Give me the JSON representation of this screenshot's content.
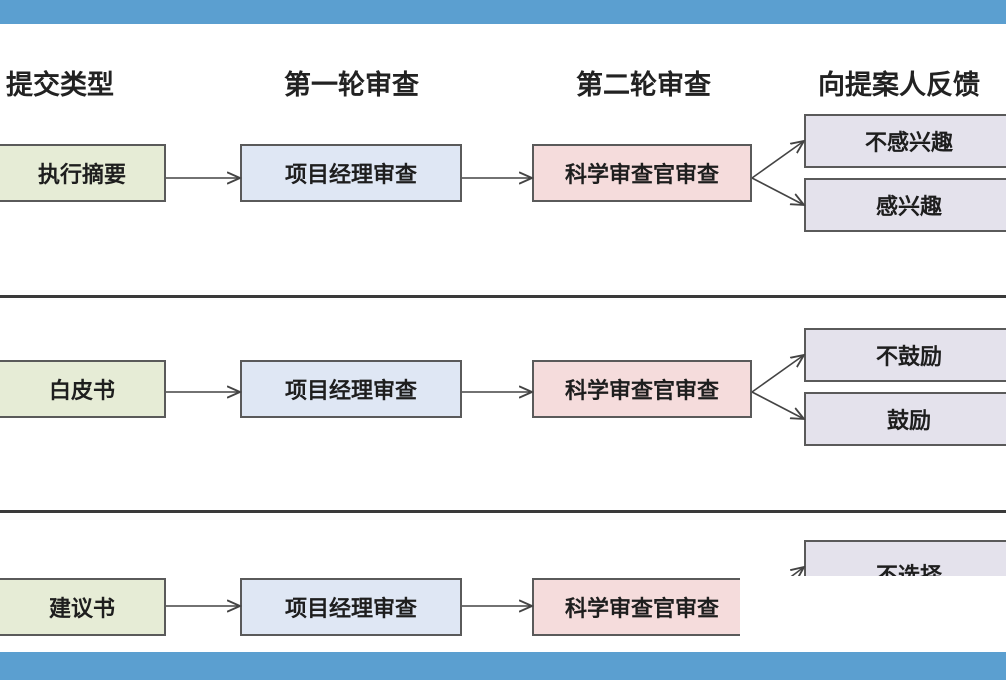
{
  "headers": {
    "submission_type": "提交类型",
    "first_review": "第一轮审查",
    "second_review": "第二轮审查",
    "feedback": "向提案人反馈"
  },
  "rows": [
    {
      "submission": "执行摘要",
      "first": "项目经理审查",
      "second": "科学审查官审查",
      "outcomes": [
        "不感兴趣",
        "感兴趣"
      ]
    },
    {
      "submission": "白皮书",
      "first": "项目经理审查",
      "second": "科学审查官审查",
      "outcomes": [
        "不鼓励",
        "鼓励"
      ]
    },
    {
      "submission": "建议书",
      "first": "项目经理审查",
      "second": "科学审查官审查",
      "outcomes": [
        "不选择"
      ]
    }
  ],
  "colors": {
    "band": "#5b9fd0",
    "submission_fill": "#e6ecd6",
    "first_fill": "#dfe7f4",
    "second_fill": "#f5dcdc",
    "outcome_fill": "#e4e2ec"
  }
}
